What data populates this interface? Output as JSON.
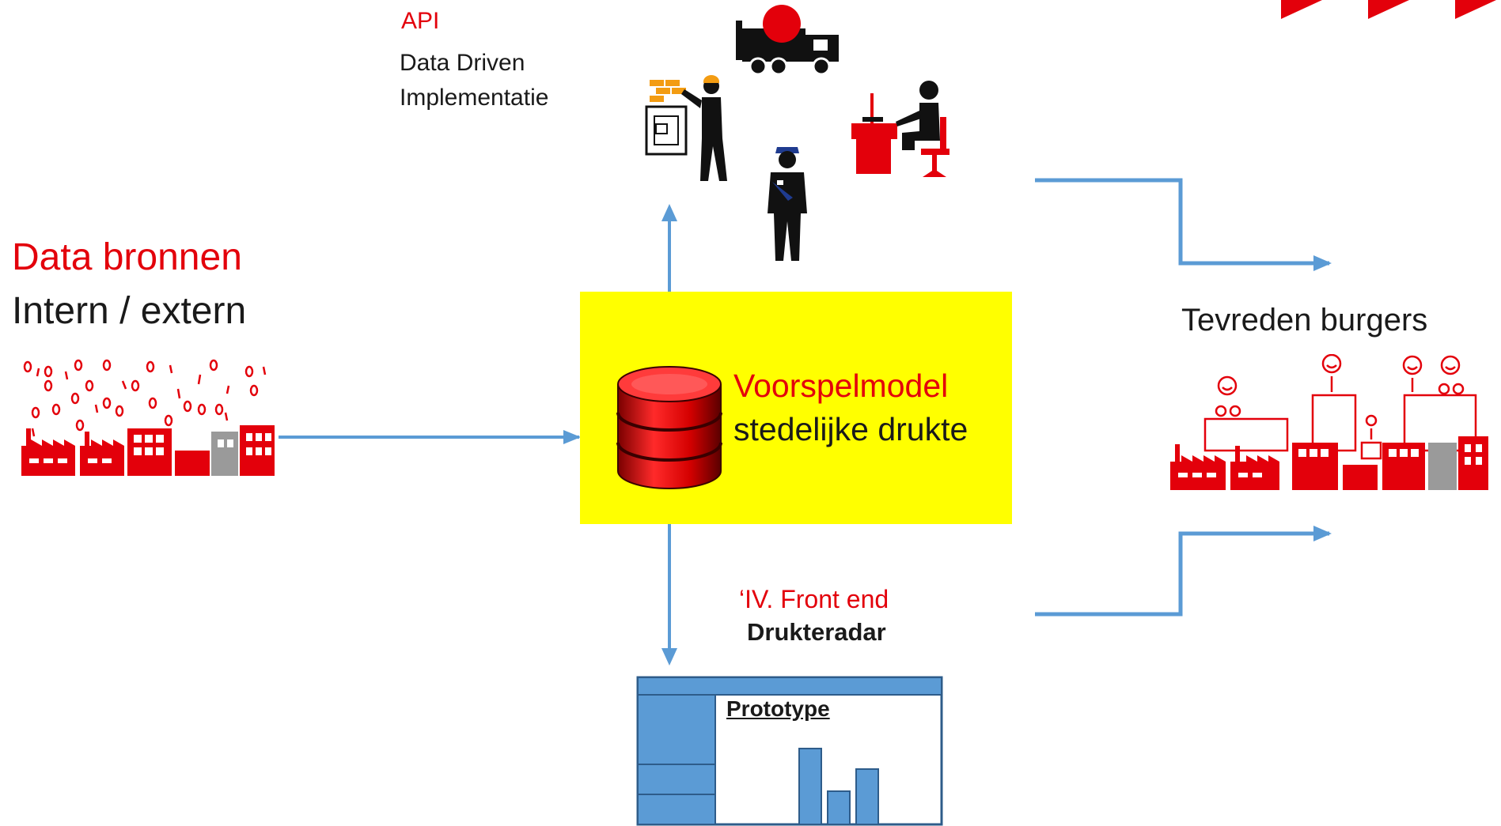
{
  "colors": {
    "accent_red": "#e3000b",
    "arrow_blue": "#5b9bd5",
    "model_box_yellow": "#ffff00",
    "text_dark": "#1a1a1a"
  },
  "api": {
    "label": "API",
    "implementation_lines": "Data Driven Implementatie",
    "line1": "Data Driven",
    "line2": "Implementatie",
    "icons": [
      "garbage-truck-icon",
      "construction-worker-icon",
      "office-worker-icon",
      "police-officer-icon"
    ]
  },
  "data_sources": {
    "title": "Data bronnen",
    "subtitle": "Intern / extern",
    "icon": "city-data-skyline-icon"
  },
  "model": {
    "title": "Voorspelmodel",
    "subtitle": "stedelijke drukte",
    "icon": "database-icon"
  },
  "frontend": {
    "title": "‘IV. Front end",
    "subtitle": "Drukteradar",
    "prototype_label": "Prototype",
    "icon": "dashboard-prototype-icon"
  },
  "citizens": {
    "label": "Tevreden burgers",
    "icon": "happy-city-skyline-icon"
  },
  "decor": {
    "corner_icon": "corner-chevrons-icon"
  }
}
